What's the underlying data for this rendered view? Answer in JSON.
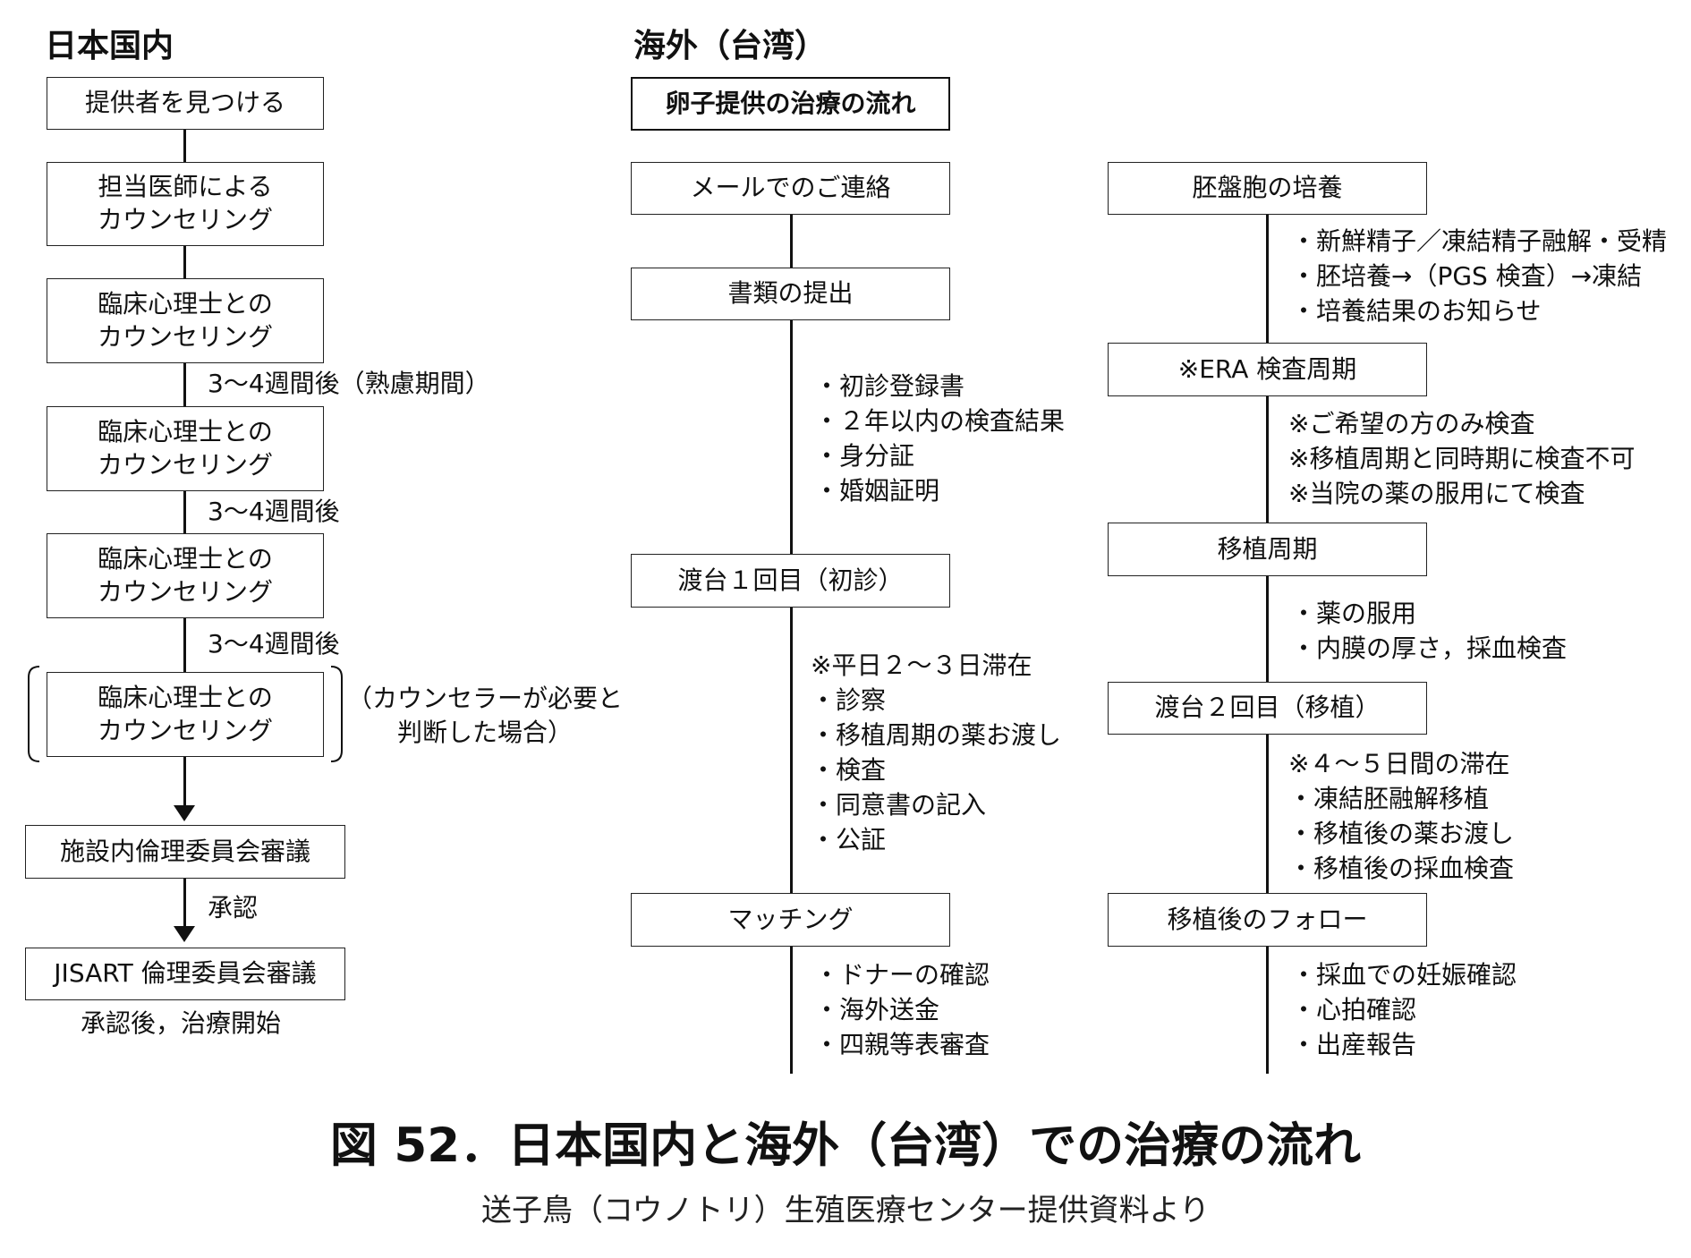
{
  "japan": {
    "heading": "日本国内",
    "steps": [
      "提供者を見つける",
      "担当医師による\nカウンセリング",
      "臨床心理士との\nカウンセリング",
      "臨床心理士との\nカウンセリング",
      "臨床心理士との\nカウンセリング",
      "臨床心理士との\nカウンセリング"
    ],
    "intervals": [
      "3～4週間後（熟慮期間）",
      "3～4週間後",
      "3～4週間後"
    ],
    "optional_note": "（カウンセラーが必要と\n判断した場合）",
    "ethics_internal": "施設内倫理委員会審議",
    "approval": "承認",
    "ethics_jisart": "JISART 倫理委員会審議",
    "final_note": "承認後，治療開始"
  },
  "taiwan": {
    "heading": "海外（台湾）",
    "title_box": "卵子提供の治療の流れ",
    "left_column": [
      {
        "label": "メールでのご連絡",
        "notes": []
      },
      {
        "label": "書類の提出",
        "notes": [
          "・初診登録書",
          "・２年以内の検査結果",
          "・身分証",
          "・婚姻証明"
        ]
      },
      {
        "label": "渡台１回目（初診）",
        "notes": [
          "※平日２～３日滞在",
          "・診察",
          "・移植周期の薬お渡し",
          "・検査",
          "・同意書の記入",
          "・公証"
        ]
      },
      {
        "label": "マッチング",
        "notes": [
          "・ドナーの確認",
          "・海外送金",
          "・四親等表審査"
        ]
      }
    ],
    "right_column": [
      {
        "label": "胚盤胞の培養",
        "notes": [
          "・新鮮精子／凍結精子融解・受精",
          "・胚培養→（PGS 検査）→凍結",
          "・培養結果のお知らせ"
        ]
      },
      {
        "label": "※ERA 検査周期",
        "notes": [
          "※ご希望の方のみ検査",
          "※移植周期と同時期に検査不可",
          "※当院の薬の服用にて検査"
        ]
      },
      {
        "label": "移植周期",
        "notes": [
          "・薬の服用",
          "・内膜の厚さ，採血検査"
        ]
      },
      {
        "label": "渡台２回目（移植）",
        "notes": [
          "※４～５日間の滞在",
          "・凍結胚融解移植",
          "・移植後の薬お渡し",
          "・移植後の採血検査"
        ]
      },
      {
        "label": "移植後のフォロー",
        "notes": [
          "・採血での妊娠確認",
          "・心拍確認",
          "・出産報告"
        ]
      }
    ]
  },
  "caption": "図 52．日本国内と海外（台湾）での治療の流れ",
  "source": "送子鳥（コウノトリ）生殖医療センター提供資料より"
}
